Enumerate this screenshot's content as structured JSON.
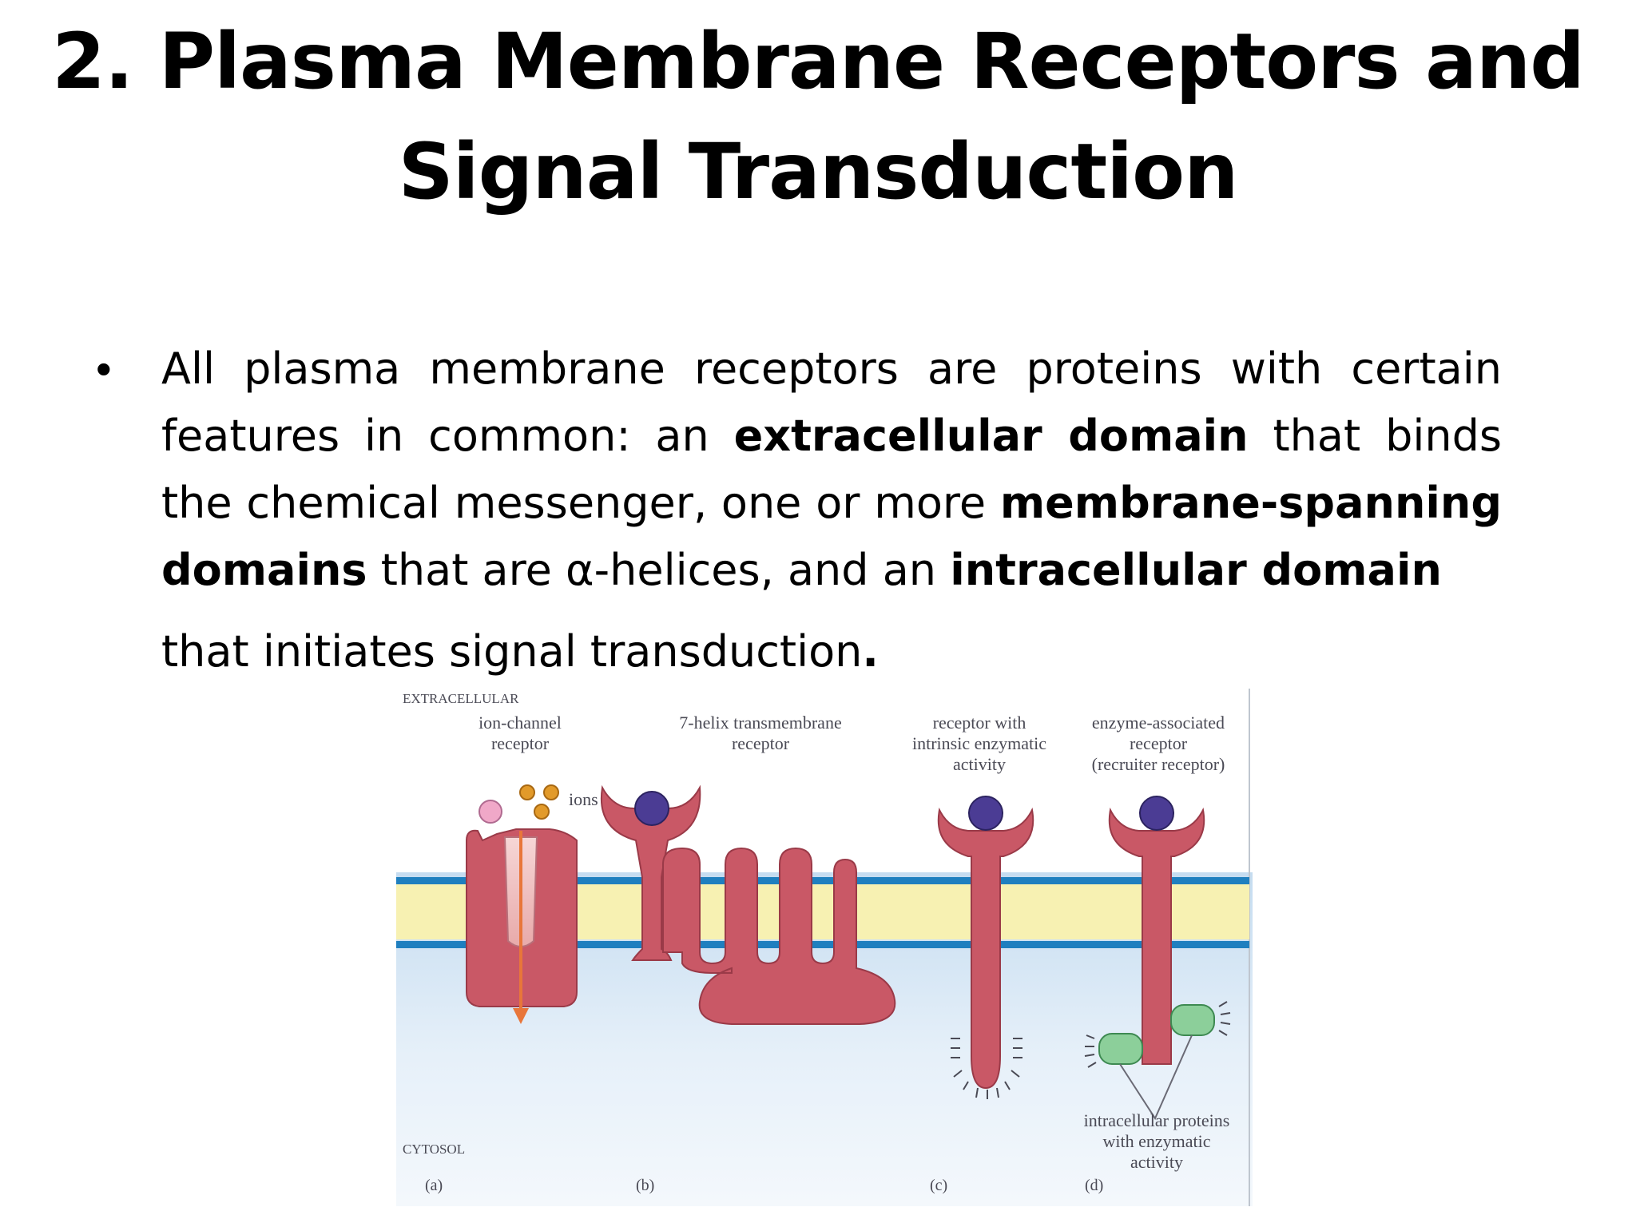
{
  "title": {
    "line1": "2. Plasma Membrane Receptors and",
    "line2": "Signal Transduction"
  },
  "bullet": {
    "marker": "•",
    "t1": "All plasma membrane receptors are proteins with certain features in common: an ",
    "b1": "extracellular domain",
    "t2": " that binds the chemical messenger, one or more ",
    "b2": "membrane-spanning domains",
    "t3": " that are α-helices, and an ",
    "b3": "intracellular domain",
    "t4": "that initiates signal transduction",
    "period": "."
  },
  "figure": {
    "extracellular_label": "EXTRACELLULAR",
    "cytosol_label": "CYTOSOL",
    "panel_a": {
      "letter": "(a)",
      "label_line1": "ion-channel",
      "label_line2": "receptor",
      "ions_label": "ions"
    },
    "panel_b": {
      "letter": "(b)",
      "label_line1": "7-helix transmembrane",
      "label_line2": "receptor"
    },
    "panel_c": {
      "letter": "(c)",
      "label_line1": "receptor with",
      "label_line2": "intrinsic enzymatic",
      "label_line3": "activity"
    },
    "panel_d": {
      "letter": "(d)",
      "label_line1": "enzyme-associated",
      "label_line2": "receptor",
      "label_line3": "(recruiter receptor)"
    },
    "intracellular_label_line1": "intracellular proteins",
    "intracellular_label_line2": "with enzymatic",
    "intracellular_label_line3": "activity",
    "colors": {
      "receptor": "#c95866",
      "ligand": "#4b3c94",
      "membrane_band": "#f7f1b2",
      "membrane_edge": "#1f7fbf",
      "cytosol_top": "#c5dcf0",
      "enzyme": "#8ccf9a",
      "ion": "#e29a2a",
      "pink_ligand": "#f0a8c8",
      "arrow": "#e8763a"
    }
  }
}
